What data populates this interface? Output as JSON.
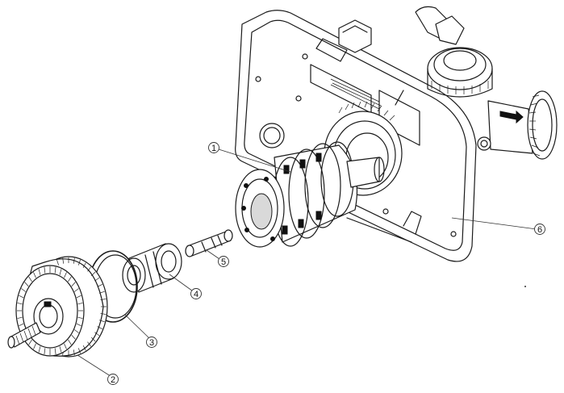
{
  "callouts": [
    {
      "id": "1",
      "label": "1"
    },
    {
      "id": "2",
      "label": "2"
    },
    {
      "id": "3",
      "label": "3"
    },
    {
      "id": "4",
      "label": "4"
    },
    {
      "id": "5",
      "label": "5"
    },
    {
      "id": "6",
      "label": "6"
    }
  ],
  "colors": {
    "line": "#1a1a1a",
    "background": "#ffffff"
  }
}
